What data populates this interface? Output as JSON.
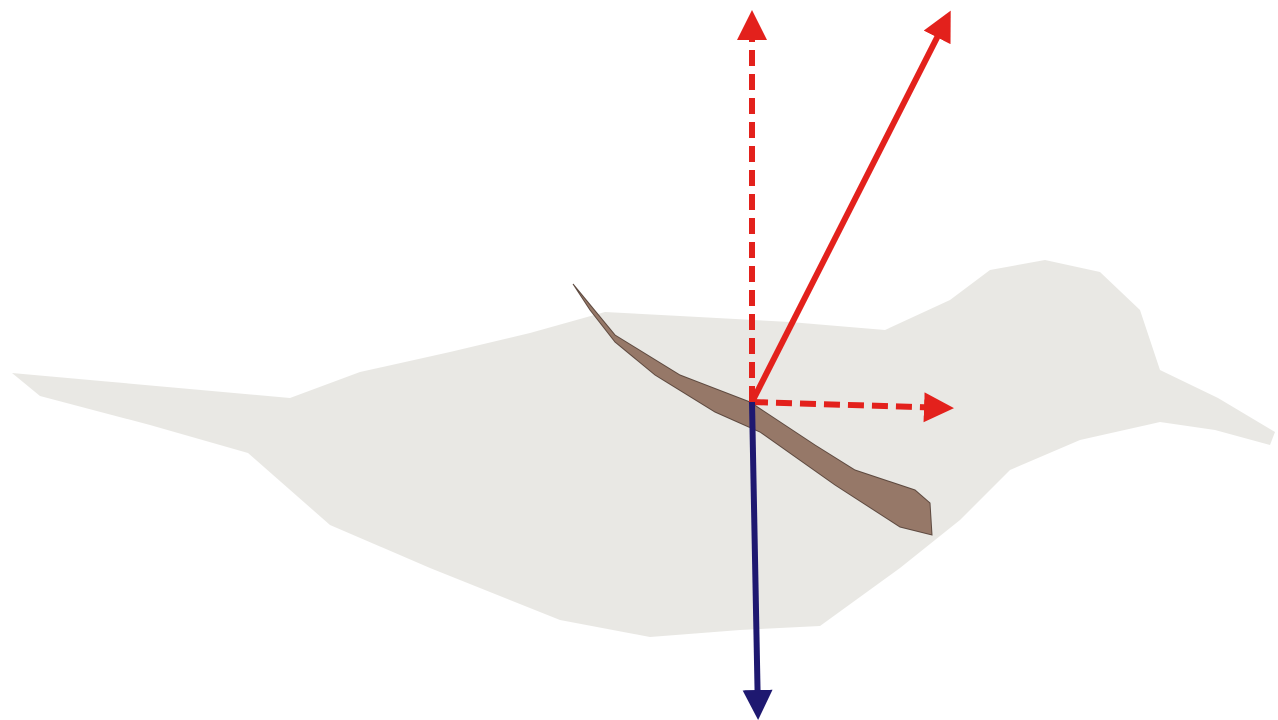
{
  "diagram": {
    "subject": "bird-silhouette-with-wing-force-vectors",
    "colors": {
      "background": "#ffffff",
      "body": "#e9e8e4",
      "wing": "#967868",
      "wing_outline": "#5e4a40",
      "force_vectors": "#e3211c",
      "weight_vector": "#1e1870"
    },
    "vectors": [
      {
        "id": "resultant-force",
        "color_key": "force_vectors",
        "style": "solid",
        "direction": "up-right"
      },
      {
        "id": "vertical-component",
        "color_key": "force_vectors",
        "style": "dashed",
        "direction": "up"
      },
      {
        "id": "horizontal-component",
        "color_key": "force_vectors",
        "style": "dashed",
        "direction": "right"
      },
      {
        "id": "weight",
        "color_key": "weight_vector",
        "style": "solid",
        "direction": "down"
      }
    ]
  }
}
